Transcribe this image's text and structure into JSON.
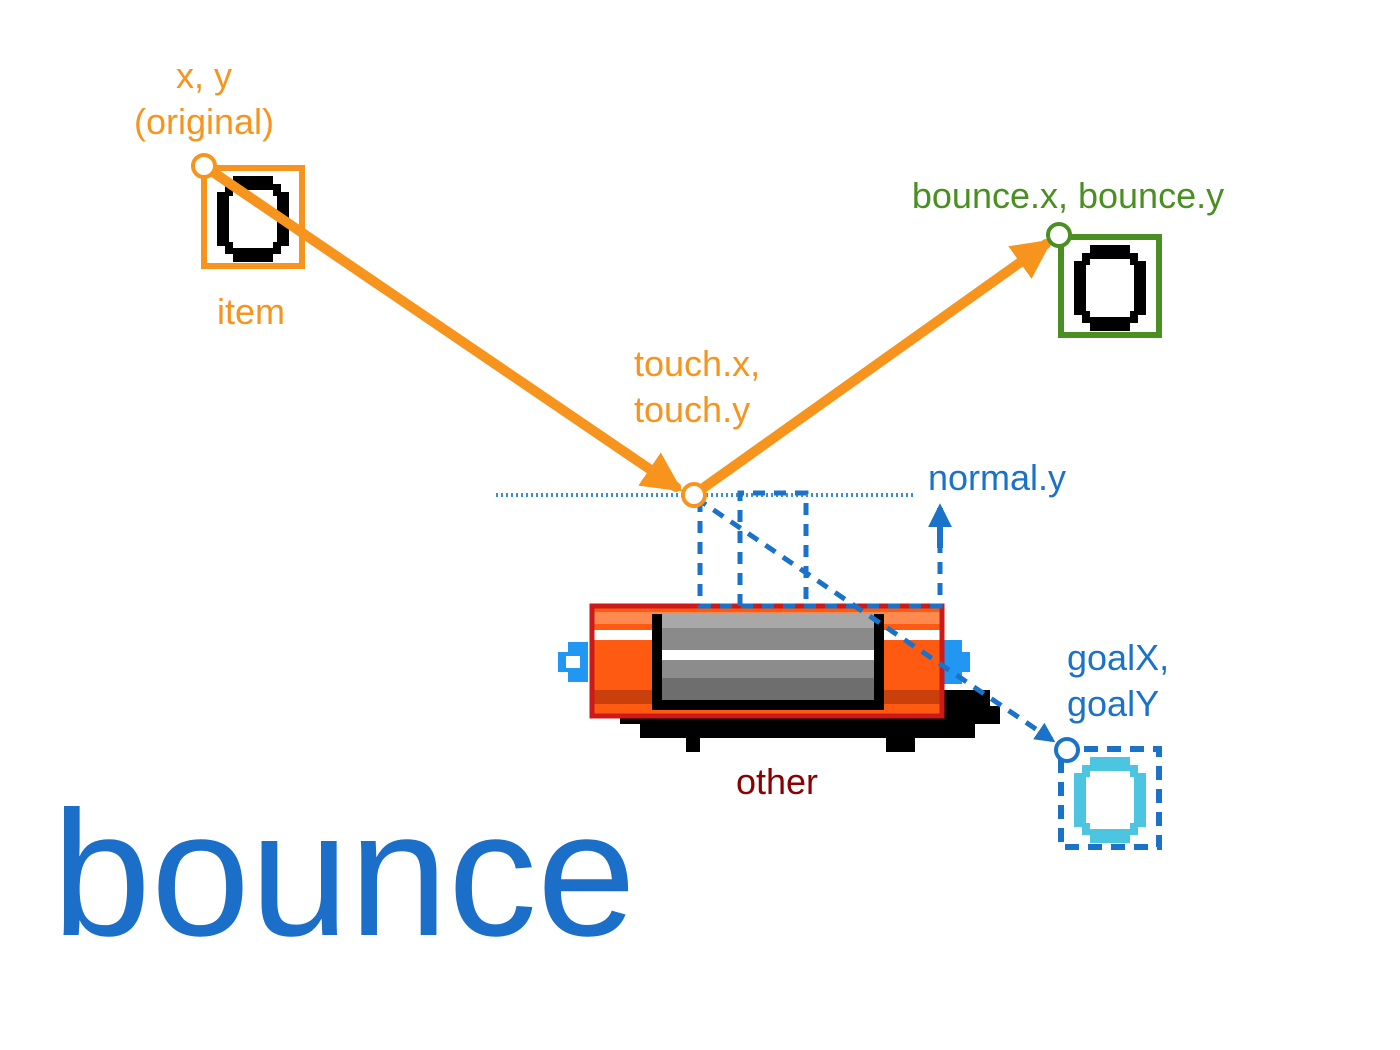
{
  "labels": {
    "origin_line1": "x, y",
    "origin_line2": "(original)",
    "item": "item",
    "bounce_point": "bounce.x, bounce.y",
    "touch_line1": "touch.x,",
    "touch_line2": "touch.y",
    "normal": "normal.y",
    "goal_line1": "goalX,",
    "goal_line2": "goalY",
    "other": "other",
    "title": "bounce"
  },
  "colors": {
    "orange": "#f7941d",
    "green": "#4a8f22",
    "blue": "#1a73c8",
    "cyan": "#4cc6e0",
    "red": "#cc1a1a",
    "dark_red": "#8b0000",
    "title_blue": "#1b6fc9"
  },
  "icons": {
    "item": "ring-sprite-icon",
    "bounce": "ring-sprite-icon",
    "goal": "ring-sprite-icon",
    "other": "platform-sprite-icon"
  }
}
